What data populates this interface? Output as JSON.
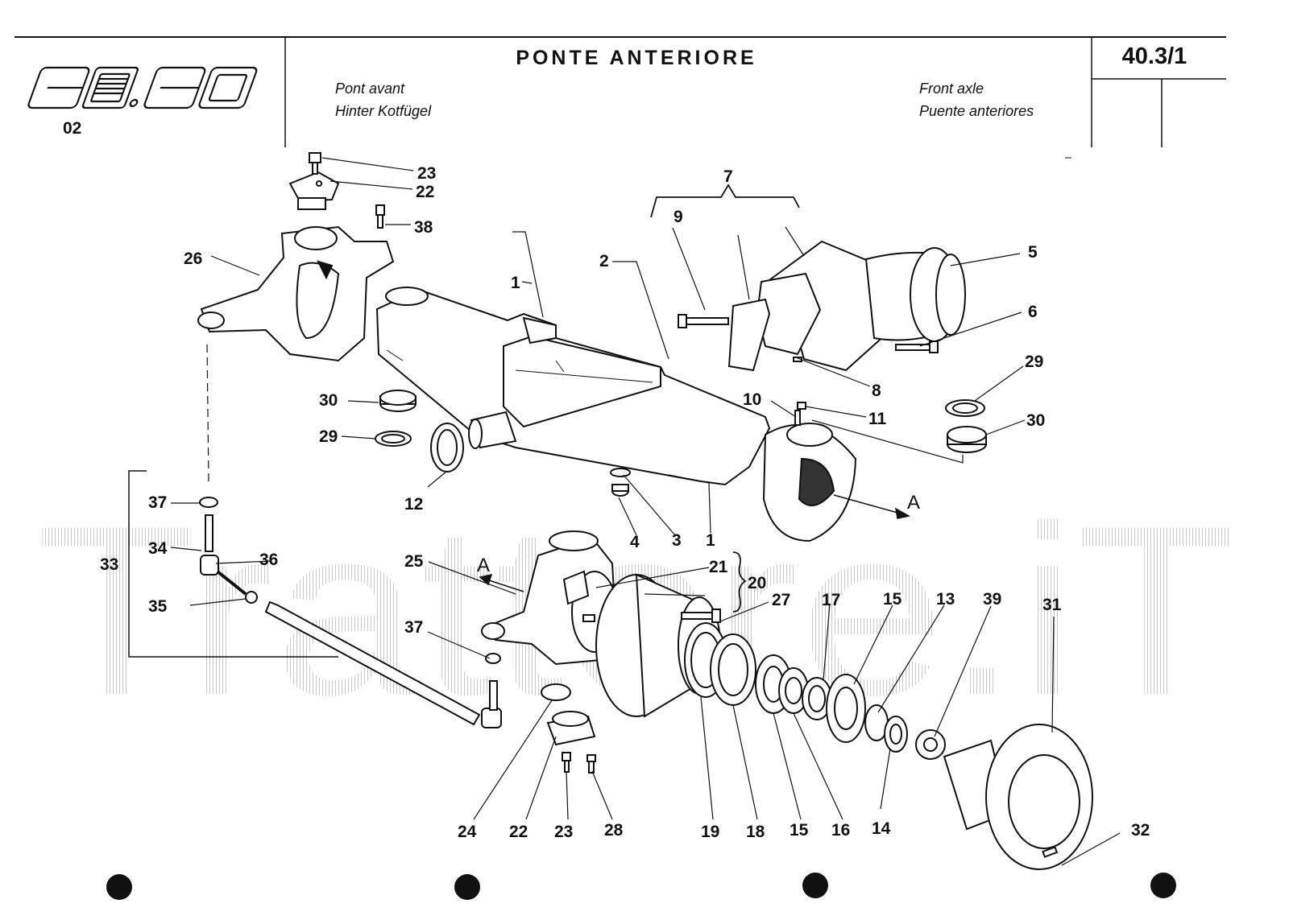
{
  "header": {
    "title": "PONTE ANTERIORE",
    "subtitle_fr": "Pont avant",
    "subtitle_de": "Hinter Kotfügel",
    "subtitle_en": "Front axle",
    "subtitle_es": "Puente anteriores",
    "page_code": "40.3/1",
    "model_code": "02",
    "logo_text": "80.60"
  },
  "watermark": "Trattore.iT",
  "callouts": [
    {
      "id": "c23a",
      "label": "23"
    },
    {
      "id": "c22a",
      "label": "22"
    },
    {
      "id": "c38",
      "label": "38"
    },
    {
      "id": "c26",
      "label": "26"
    },
    {
      "id": "c7",
      "label": "7"
    },
    {
      "id": "c9",
      "label": "9"
    },
    {
      "id": "c1a",
      "label": "1"
    },
    {
      "id": "c2",
      "label": "2"
    },
    {
      "id": "c5",
      "label": "5"
    },
    {
      "id": "c6",
      "label": "6"
    },
    {
      "id": "c29a",
      "label": "29"
    },
    {
      "id": "c8",
      "label": "8"
    },
    {
      "id": "c30a",
      "label": "30"
    },
    {
      "id": "c10",
      "label": "10"
    },
    {
      "id": "c11",
      "label": "11"
    },
    {
      "id": "c30b",
      "label": "30"
    },
    {
      "id": "c29b",
      "label": "29"
    },
    {
      "id": "c12",
      "label": "12"
    },
    {
      "id": "c37a",
      "label": "37"
    },
    {
      "id": "cA1",
      "label": "A"
    },
    {
      "id": "c34",
      "label": "34"
    },
    {
      "id": "c33",
      "label": "33"
    },
    {
      "id": "c36",
      "label": "36"
    },
    {
      "id": "c4",
      "label": "4"
    },
    {
      "id": "c3",
      "label": "3"
    },
    {
      "id": "c1b",
      "label": "1"
    },
    {
      "id": "c25",
      "label": "25"
    },
    {
      "id": "cA2",
      "label": "A"
    },
    {
      "id": "c21",
      "label": "21"
    },
    {
      "id": "c20",
      "label": "20"
    },
    {
      "id": "c35",
      "label": "35"
    },
    {
      "id": "c27",
      "label": "27"
    },
    {
      "id": "c17",
      "label": "17"
    },
    {
      "id": "c15a",
      "label": "15"
    },
    {
      "id": "c13",
      "label": "13"
    },
    {
      "id": "c39",
      "label": "39"
    },
    {
      "id": "c31",
      "label": "31"
    },
    {
      "id": "c37b",
      "label": "37"
    },
    {
      "id": "c24",
      "label": "24"
    },
    {
      "id": "c22b",
      "label": "22"
    },
    {
      "id": "c23b",
      "label": "23"
    },
    {
      "id": "c28",
      "label": "28"
    },
    {
      "id": "c19",
      "label": "19"
    },
    {
      "id": "c18",
      "label": "18"
    },
    {
      "id": "c15b",
      "label": "15"
    },
    {
      "id": "c16",
      "label": "16"
    },
    {
      "id": "c14",
      "label": "14"
    },
    {
      "id": "c32",
      "label": "32"
    }
  ]
}
